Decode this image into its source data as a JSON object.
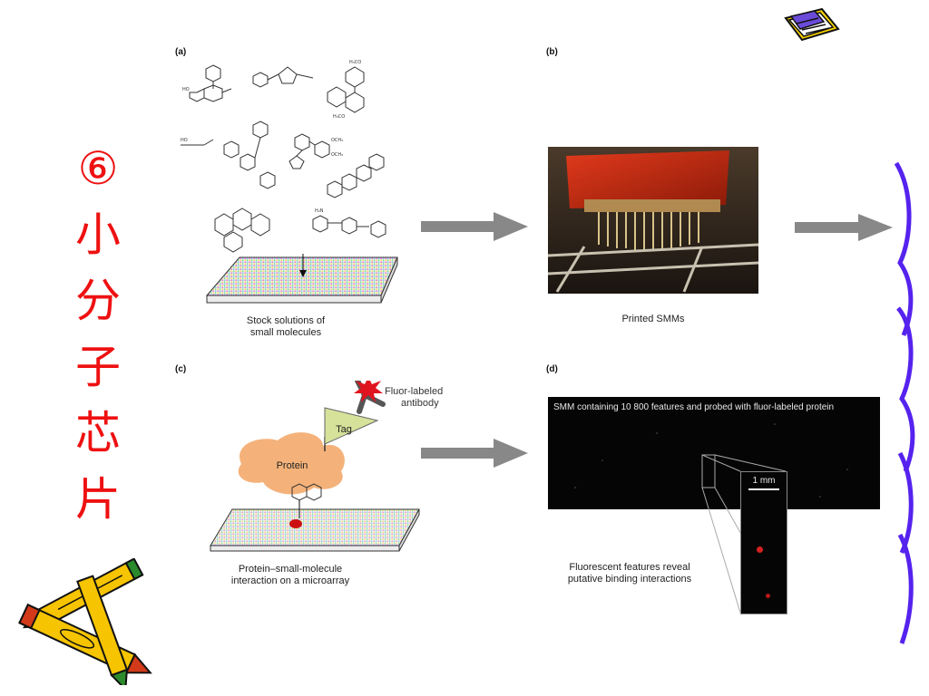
{
  "slide": {
    "title_chars": [
      "⑥",
      "小",
      "分",
      "子",
      "芯",
      "片"
    ]
  },
  "panels": {
    "a": {
      "label": "(a)",
      "caption": [
        "Stock solutions of",
        "small molecules"
      ]
    },
    "b": {
      "label": "(b)",
      "caption": [
        "Printed SMMs"
      ]
    },
    "c": {
      "label": "(c)",
      "caption": [
        "Protein–small-molecule",
        "interaction on a microarray"
      ],
      "fluor_label": [
        "Fluor-labeled",
        "antibody"
      ],
      "tag_label": "Tag",
      "protein_label": "Protein"
    },
    "d": {
      "label": "(d)",
      "banner": "SMM containing 10 800 features and probed with fluor-labeled protein",
      "scale": "1 mm",
      "caption": [
        "Fluorescent features reveal",
        "putative binding interactions"
      ]
    }
  },
  "colors": {
    "title": "#ee1111",
    "arrow": "#888888",
    "squiggle": "#5522ee",
    "protein": "#f4b27a",
    "tag": "#d6e29a"
  }
}
